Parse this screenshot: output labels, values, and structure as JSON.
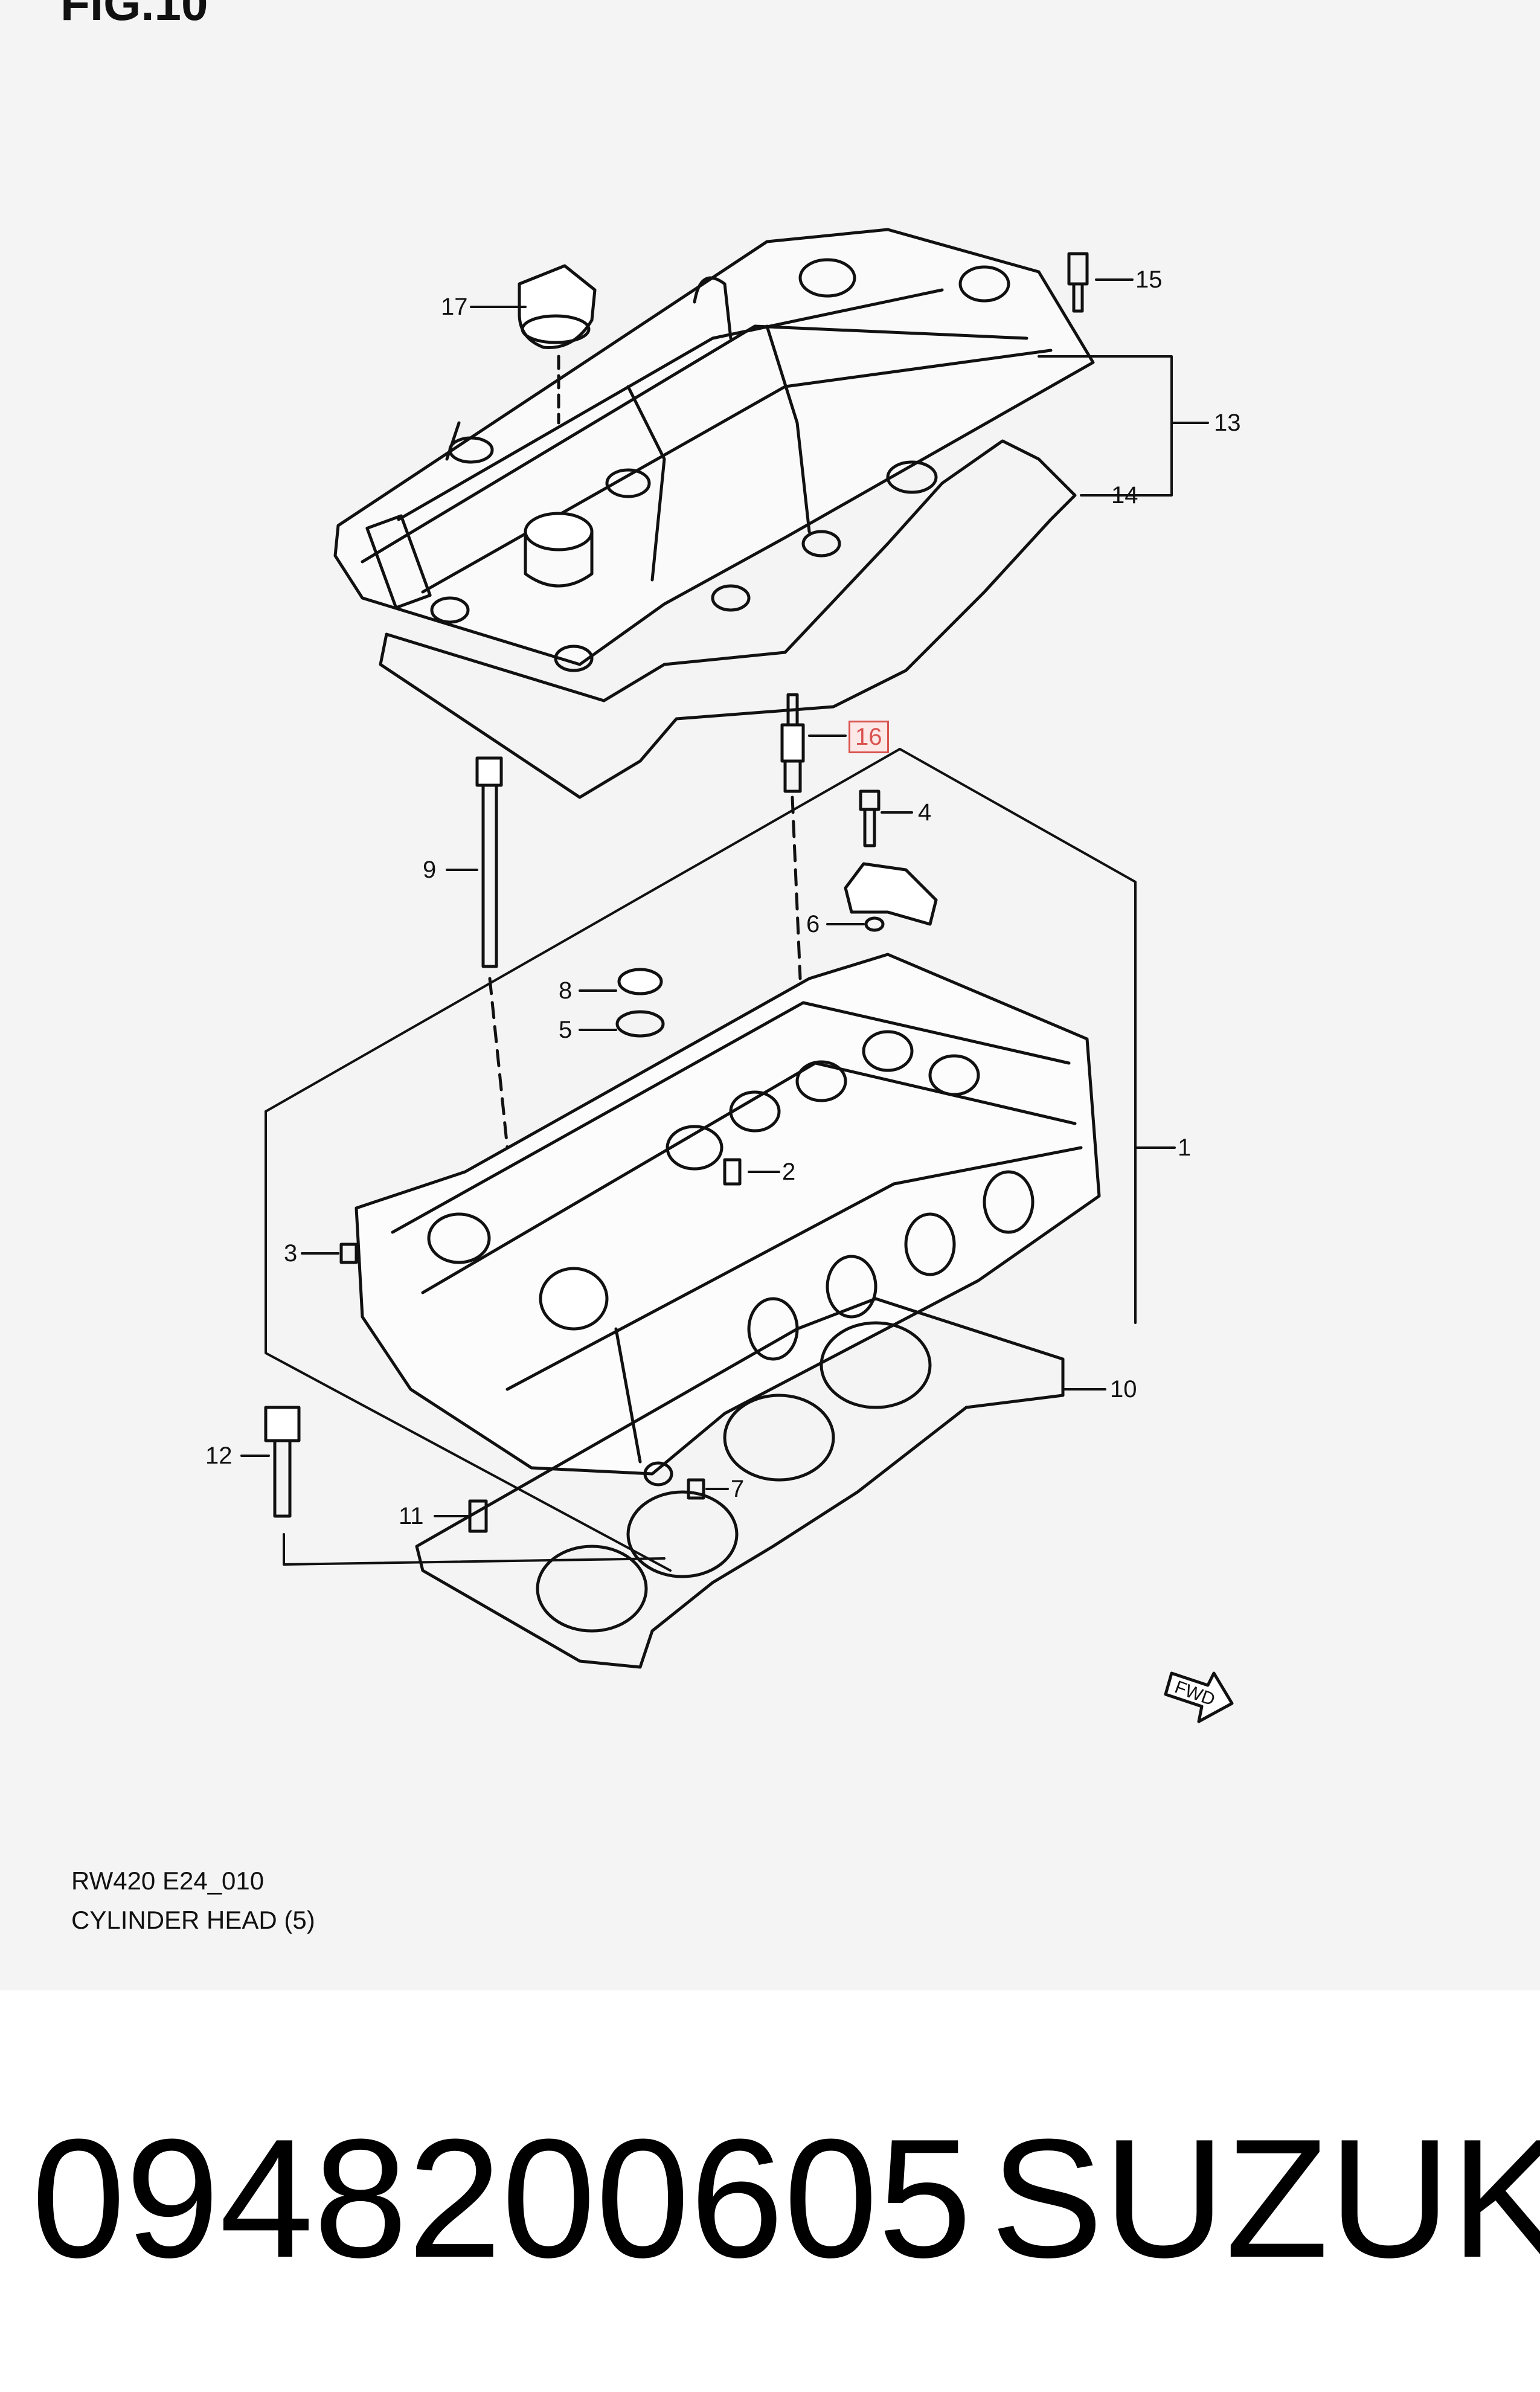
{
  "figure": {
    "title": "FIG.10",
    "code": "RW420 E24_010",
    "name": "CYLINDER HEAD (5)"
  },
  "callouts": {
    "c1": "1",
    "c2": "2",
    "c3": "3",
    "c4": "4",
    "c5": "5",
    "c6": "6",
    "c7": "7",
    "c8": "8",
    "c9": "9",
    "c10": "10",
    "c11": "11",
    "c12": "12",
    "c13": "13",
    "c14": "14",
    "c15": "15",
    "c16": "16",
    "c17": "17"
  },
  "highlighted_callout": "16",
  "fwd_marker": "FWD",
  "footer": {
    "part_number": "0948200605",
    "brand": "SUZUKI"
  },
  "colors": {
    "highlight_border": "#d9534f",
    "diagram_background": "#f4f4f4",
    "line": "#111111"
  }
}
